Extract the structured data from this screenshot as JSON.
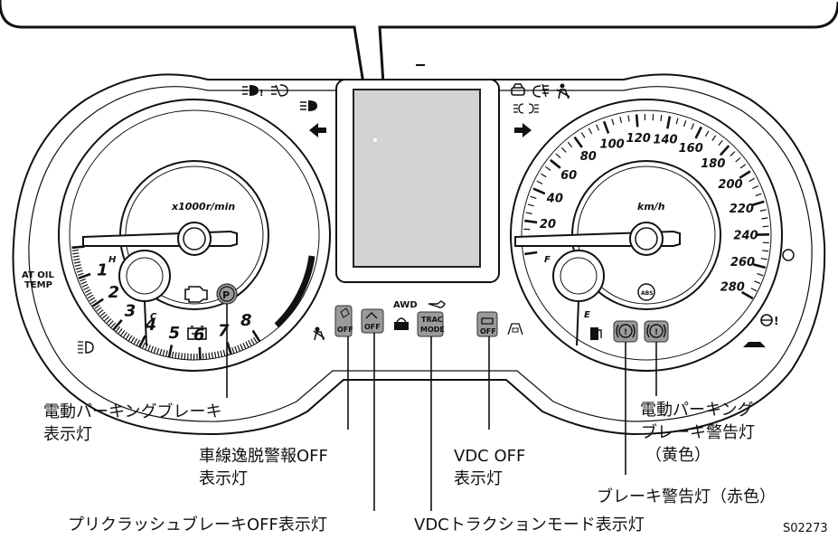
{
  "labels": {
    "epb_indicator": [
      "電動パーキングブレーキ",
      "表示灯"
    ],
    "ldw_off": [
      "車線逸脱警報OFF",
      "表示灯"
    ],
    "pcb_off": "プリクラッシュブレーキOFF表示灯",
    "vdc_off": [
      "VDC OFF",
      "表示灯"
    ],
    "vdc_trac": "VDCトラクションモード表示灯",
    "epb_warning": [
      "電動パーキング",
      "ブレーキ警告灯",
      "（黄色）"
    ],
    "brake_warning": "ブレーキ警告灯（赤色）"
  },
  "figure_code": "S02273",
  "tachometer": {
    "unit": "x1000r/min",
    "numbers": [
      "1",
      "2",
      "3",
      "4",
      "5",
      "6",
      "7",
      "8"
    ],
    "temp_h": "H",
    "temp_c": "C",
    "at_oil_temp": [
      "AT OIL",
      "TEMP"
    ]
  },
  "speedometer": {
    "unit": "km/h",
    "numbers": [
      "20",
      "40",
      "60",
      "80",
      "100",
      "120",
      "140",
      "160",
      "180",
      "200",
      "220",
      "240",
      "260",
      "280"
    ],
    "fuel_f": "F",
    "fuel_e": "E",
    "abs": "ABS"
  },
  "center": {
    "awd": "AWD",
    "trac_mode": [
      "TRAC",
      "MODE"
    ],
    "off": "OFF",
    "parking": "P"
  },
  "icons": {
    "left": [
      "fog-light-icon",
      "front-fog-icon",
      "high-beam-icon",
      "turn-left-icon",
      "check-engine-icon",
      "battery-icon",
      "parking-brake-icon",
      "seatbelt-icon",
      "headlight-level-icon"
    ],
    "right": [
      "security-icon",
      "rear-fog-icon",
      "seatbelt-passenger-icon",
      "position-lamp-icon",
      "turn-right-icon",
      "fuel-icon",
      "brake-warning-icon",
      "epb-warning-icon",
      "steering-icon",
      "eyesight-icon"
    ]
  }
}
